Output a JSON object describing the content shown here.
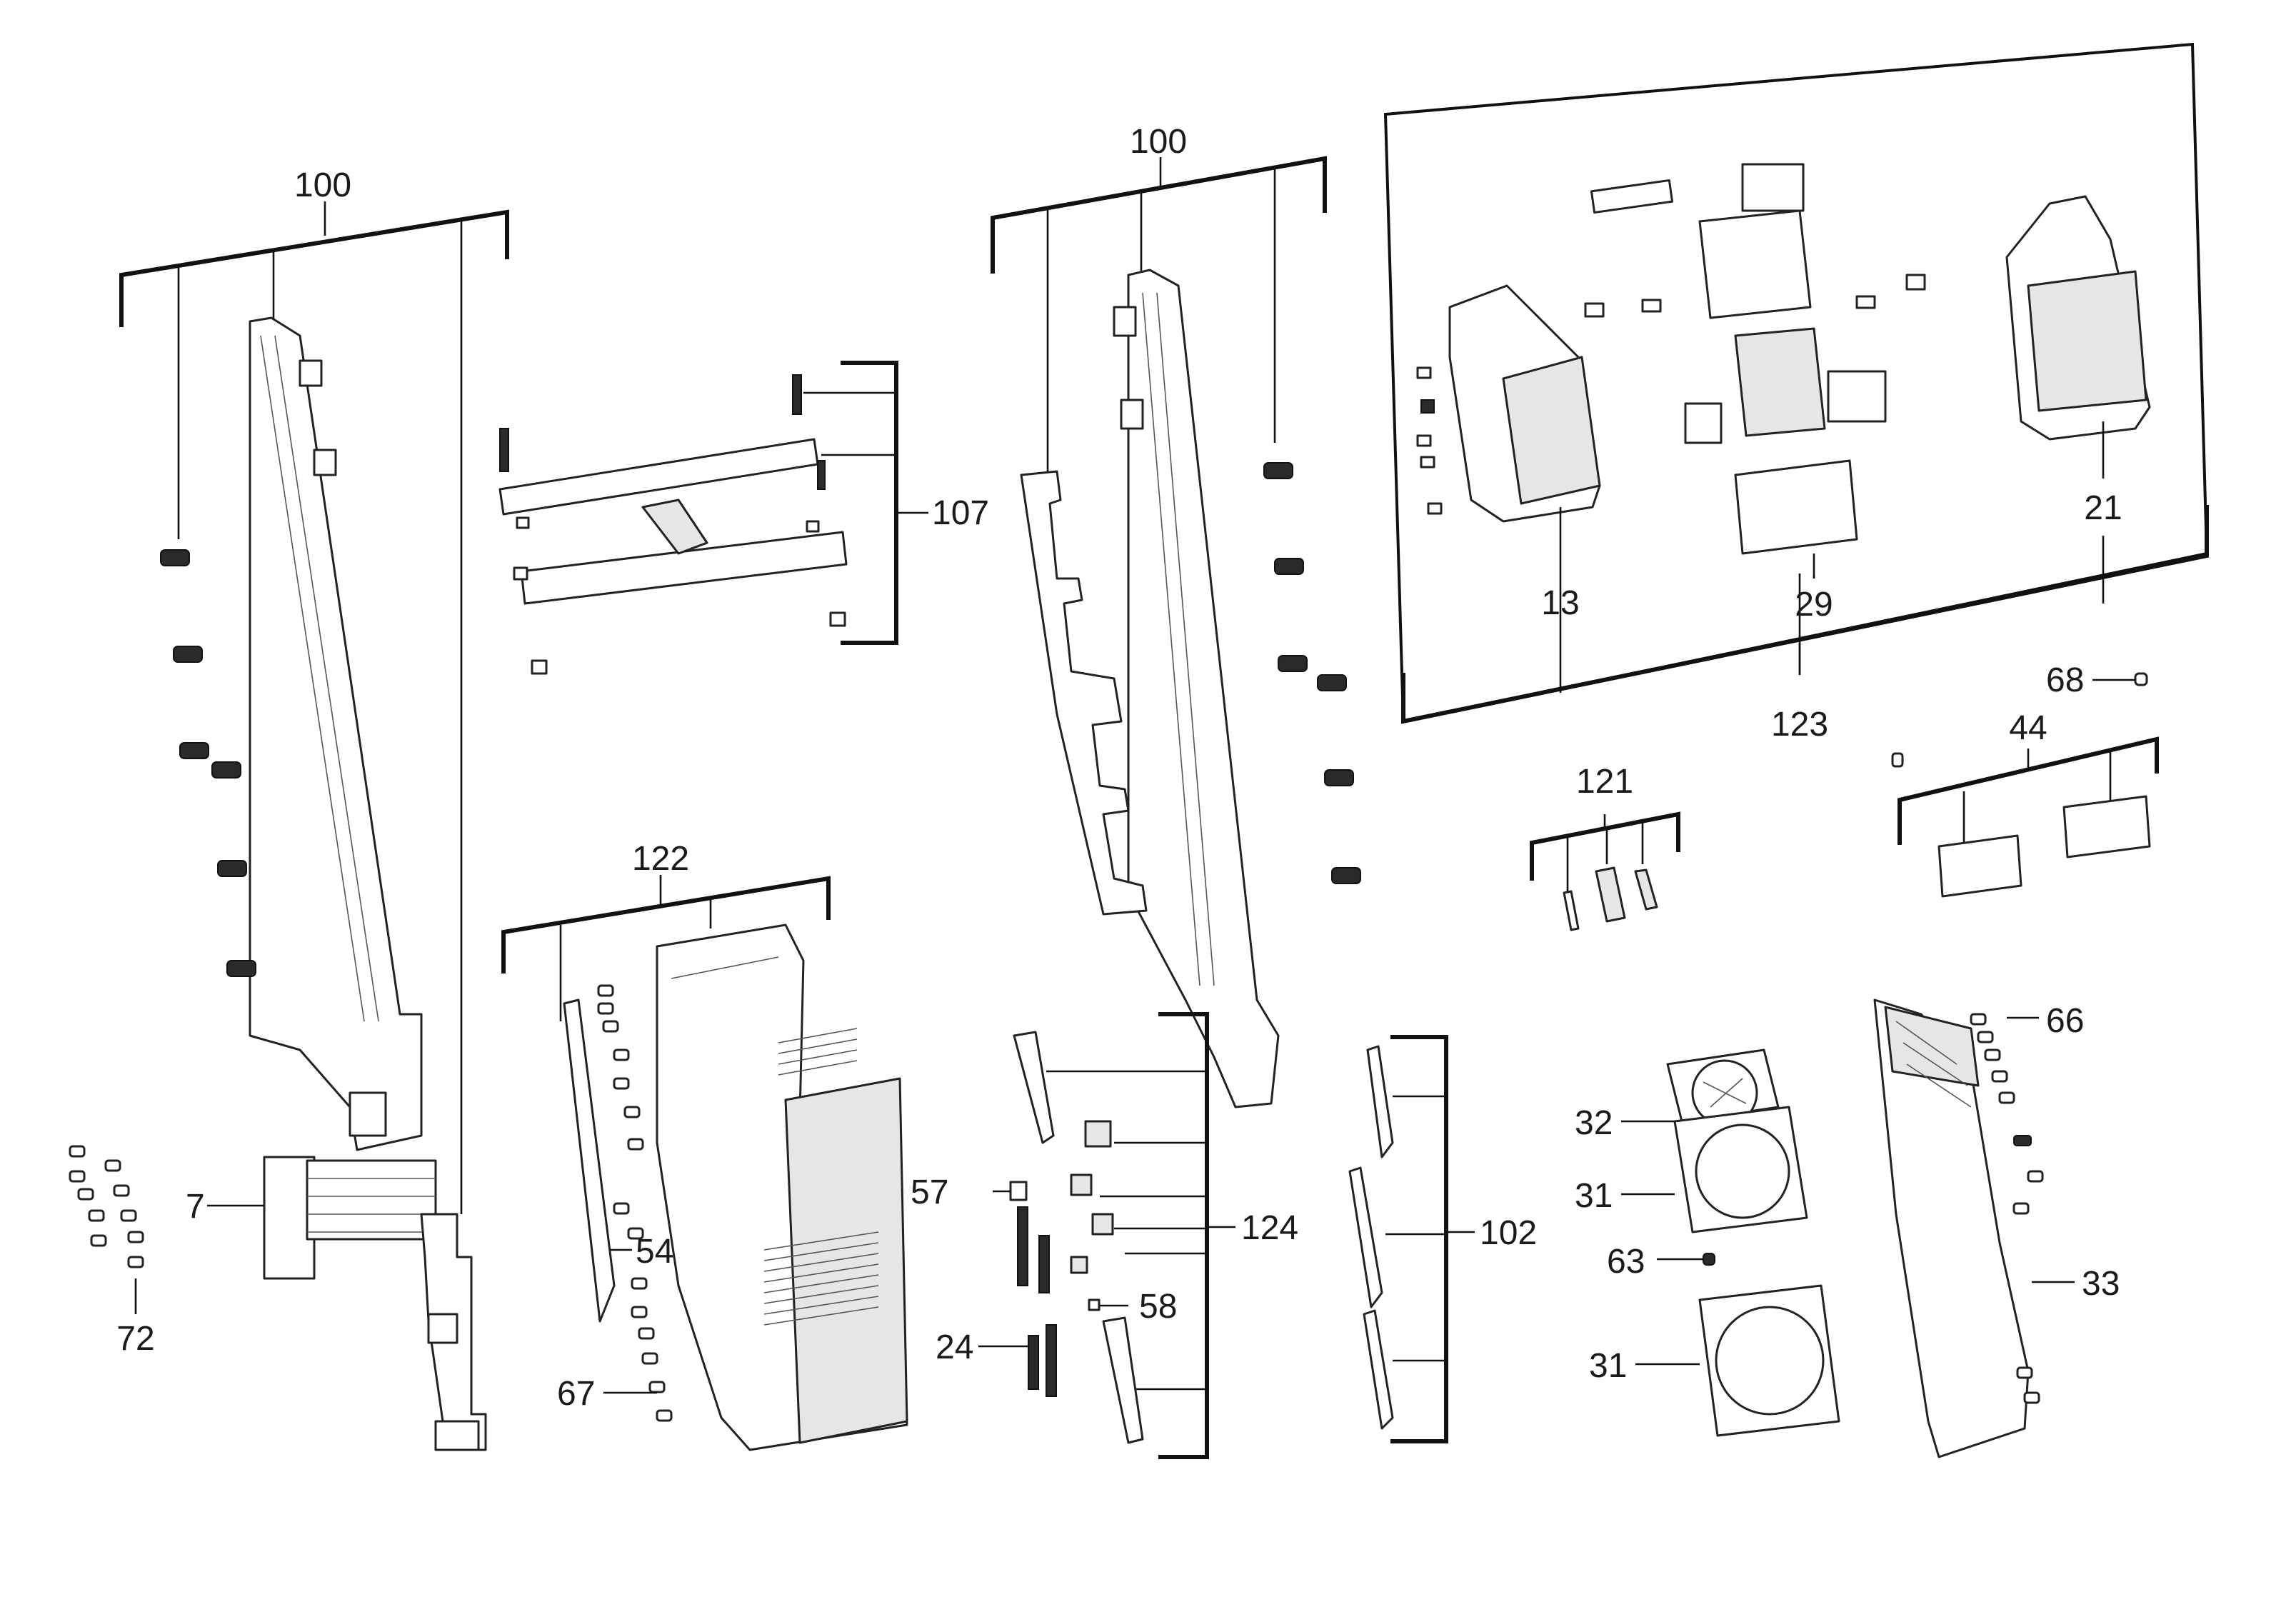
{
  "callouts": {
    "n100_left": "100",
    "n100_mid": "100",
    "n107": "107",
    "n122": "122",
    "n7": "7",
    "n72": "72",
    "n54": "54",
    "n67": "67",
    "n57": "57",
    "n24": "24",
    "n58": "58",
    "n124": "124",
    "n102": "102",
    "n13": "13",
    "n29": "29",
    "n21": "21",
    "n123": "123",
    "n68": "68",
    "n44": "44",
    "n121": "121",
    "n32": "32",
    "n31_top": "31",
    "n63": "63",
    "n31_bottom": "31",
    "n66": "66",
    "n33": "33"
  }
}
